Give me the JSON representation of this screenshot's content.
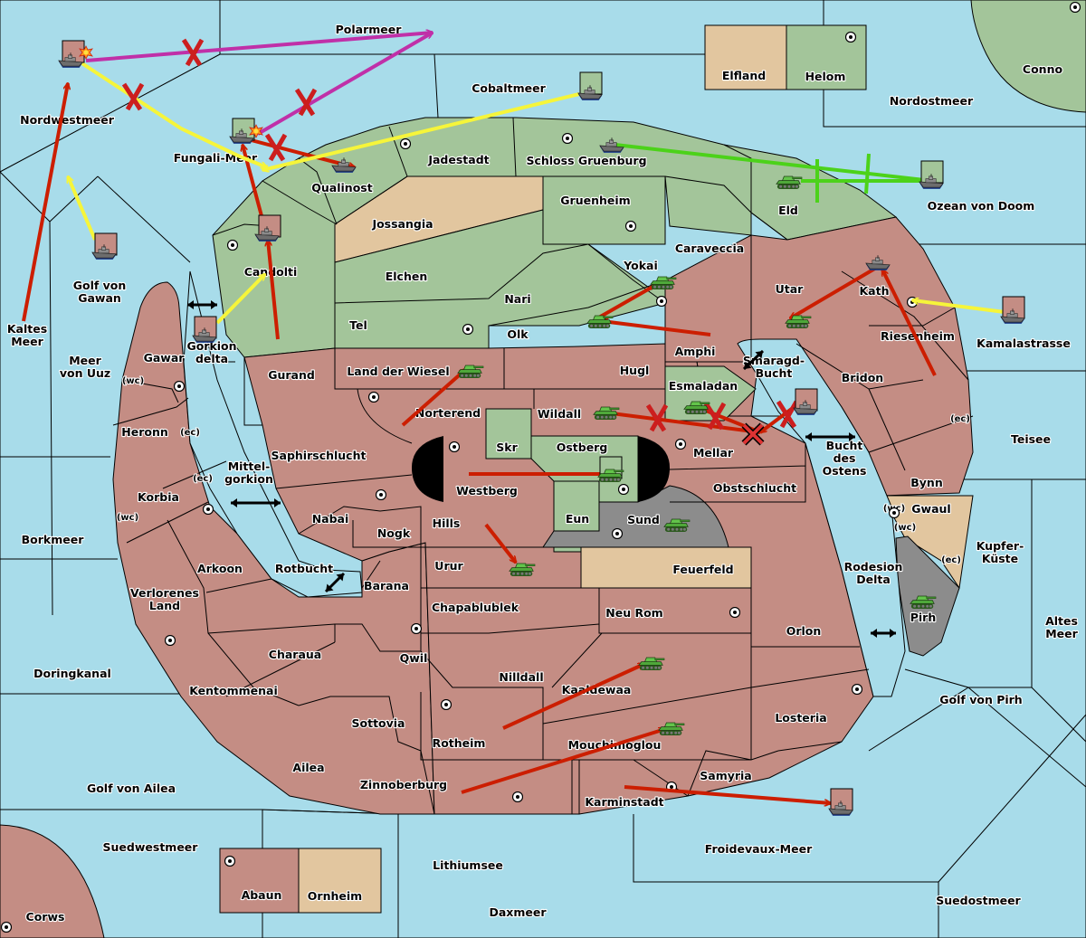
{
  "map": {
    "colors": {
      "sea": "#a8dcea",
      "power_red": "#c48d84",
      "power_green": "#a3c59a",
      "neutral_tan": "#e2c69f",
      "impassable_grey": "#8c8c8c",
      "order_move": "#cc1e00",
      "order_support": "#f6f53a",
      "order_convoy": "#c030a8",
      "order_green": "#4cd21a"
    },
    "seas": {
      "polarmeer": "Polarmeer",
      "cobaltmeer": "Cobaltmeer",
      "nordwestmeer": "Nordwestmeer",
      "fungali": "Fungali-Meer",
      "nordostmeer": "Nordostmeer",
      "ozean": "Ozean von Doom",
      "kaltes": "Kaltes Meer",
      "golf_gawan": "Golf von Gawan",
      "meer_uuz": "Meer von Uuz",
      "gorkion": "Gorkion delta",
      "mittel": "Mittel-gorkion",
      "rotbucht": "Rotbucht",
      "borkmeer": "Borkmeer",
      "doringkanal": "Doringkanal",
      "golf_ailea": "Golf von Ailea",
      "suedwestmeer": "Suedwestmeer",
      "lithiumsee": "Lithiumsee",
      "daxmeer": "Daxmeer",
      "froidevaux": "Froidevaux-Meer",
      "suedostmeer": "Suedostmeer",
      "golf_pirh": "Golf von Pirh",
      "altes": "Altes Meer",
      "kupfer": "Kupfer-Küste",
      "rodesion": "Rodesion Delta",
      "teisee": "Teisee",
      "kamalastrasse": "Kamalastrasse",
      "bucht_ostens": "Bucht des Ostens",
      "smaragd": "Smaragd-Bucht"
    },
    "lands": {
      "elfland": "Elfland",
      "helom": "Helom",
      "conno": "Conno",
      "jadestadt": "Jadestadt",
      "schloss": "Schloss Gruenburg",
      "qualinost": "Qualinost",
      "jossangia": "Jossangia",
      "gruenheim": "Gruenheim",
      "eld": "Eld",
      "caraveccia": "Caraveccia",
      "candolti": "Candolti",
      "elchen": "Elchen",
      "nari": "Nari",
      "yokai": "Yokai",
      "utar": "Utar",
      "kath": "Kath",
      "tel": "Tel",
      "olk": "Olk",
      "amphi": "Amphi",
      "riesenheim": "Riesenheim",
      "gawar": "Gawar",
      "gurand": "Gurand",
      "land_wiesel": "Land der Wiesel",
      "hugl": "Hugl",
      "esmaladan": "Esmaladan",
      "bridon": "Bridon",
      "heronn": "Heronn",
      "norterend": "Norterend",
      "wildall": "Wildall",
      "skr": "Skr",
      "ostberg": "Ostberg",
      "mellar": "Mellar",
      "saphirschlucht": "Saphirschlucht",
      "westberg": "Westberg",
      "obstschlucht": "Obstschlucht",
      "bynn": "Bynn",
      "korbia": "Korbia",
      "nabai": "Nabai",
      "hills": "Hills",
      "eun": "Eun",
      "sund": "Sund",
      "gwaul": "Gwaul",
      "nogk": "Nogk",
      "arkoon": "Arkoon",
      "urur": "Urur",
      "feuerfeld": "Feuerfeld",
      "barana": "Barana",
      "verlorenes": "Verlorenes Land",
      "chapablublek": "Chapablublek",
      "neu_rom": "Neu Rom",
      "pirh": "Pirh",
      "orlon": "Orlon",
      "charaua": "Charaua",
      "qwil": "Qwil",
      "nilldall": "Nilldall",
      "kaaldewaa": "Kaaldewaa",
      "kentommenai": "Kentommenai",
      "sottovia": "Sottovia",
      "losteria": "Losteria",
      "rotheim": "Rotheim",
      "mouchimoglou": "Mouchimoglou",
      "ailea": "Ailea",
      "samyria": "Samyria",
      "zinnoberburg": "Zinnoberburg",
      "karminstadt": "Karminstadt",
      "abaun": "Abaun",
      "ornheim": "Ornheim",
      "corws": "Corws"
    },
    "coast_labels": {
      "wc": "(wc)",
      "ec": "(ec)"
    }
  }
}
